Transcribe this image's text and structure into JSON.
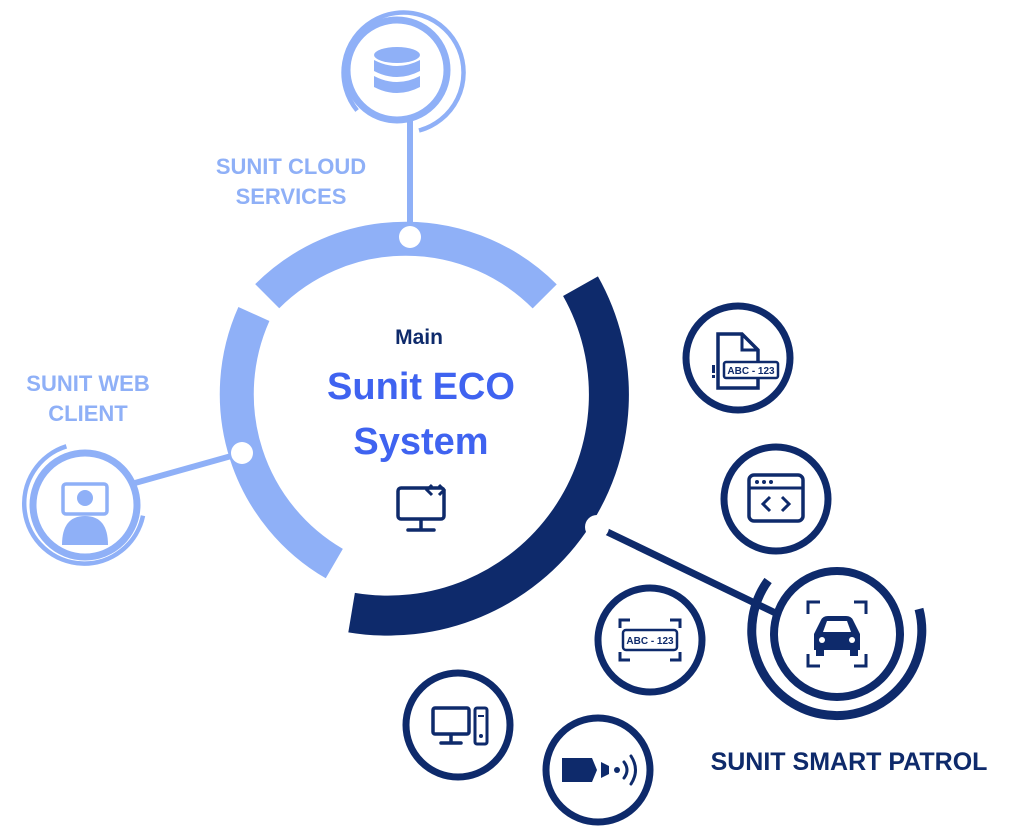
{
  "center": {
    "kicker": "Main",
    "title_line1": "Sunit ECO",
    "title_line2": "System",
    "icon": "monitor-code-icon"
  },
  "nodes": {
    "cloud": {
      "label_line1": "SUNIT CLOUD",
      "label_line2": "SERVICES",
      "icon": "database-icon"
    },
    "web": {
      "label_line1": "SUNIT WEB",
      "label_line2": "CLIENT",
      "icon": "user-monitor-icon"
    },
    "patrol": {
      "label": "SUNIT SMART PATROL",
      "icon": "car-scan-icon"
    }
  },
  "satellites": [
    {
      "icon": "plate-document-alert-icon",
      "plate_text": "ABC - 123"
    },
    {
      "icon": "browser-code-icon"
    },
    {
      "icon": "license-plate-scan-icon",
      "plate_text": "ABC - 123"
    },
    {
      "icon": "desktop-computer-icon"
    },
    {
      "icon": "camera-signal-icon"
    }
  ],
  "colors": {
    "light_blue": "#8fb0f7",
    "dark_navy": "#0e2a6b",
    "accent_blue": "#3f63f0"
  }
}
